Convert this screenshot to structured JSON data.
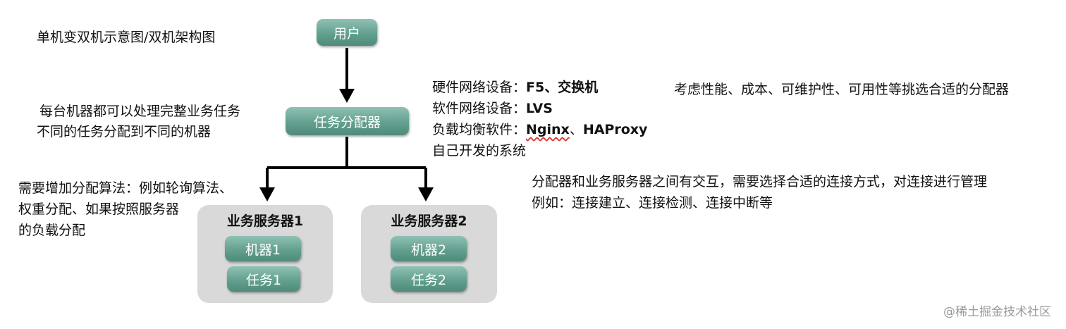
{
  "title": "单机变双机示意图/双机架构图",
  "user_node": "用户",
  "dispatcher_node": "任务分配器",
  "dispatcher_desc": [
    "每台机器都可以处理完整业务任务",
    "不同的任务分配到不同的机器"
  ],
  "hardware": {
    "line1_label": "硬件网络设备：",
    "line1_value": "F5、交换机",
    "line2_label": "软件网络设备：",
    "line2_value": "LVS",
    "line3_label": "负载均衡软件：",
    "line3_value1": "Nginx",
    "line3_sep": "、",
    "line3_value2": "HAProxy",
    "line4": "自己开发的系统"
  },
  "selection_note": "考虑性能、成本、可维护性、可用性等挑选合适的分配器",
  "algorithm_note": [
    "需要增加分配算法：例如轮询算法、",
    "权重分配、如果按照服务器",
    "的负载分配"
  ],
  "connection_note": [
    "分配器和业务服务器之间有交互，需要选择合适的连接方式，对连接进行管理",
    "例如：连接建立、连接检测、连接中断等"
  ],
  "server1": {
    "title": "业务服务器1",
    "machine": "机器1",
    "task": "任务1"
  },
  "server2": {
    "title": "业务服务器2",
    "machine": "机器2",
    "task": "任务2"
  },
  "watermark": "@稀土掘金技术社区",
  "colors": {
    "node": "#63a08f",
    "group": "#d9d9d9",
    "arrow": "#000000"
  }
}
